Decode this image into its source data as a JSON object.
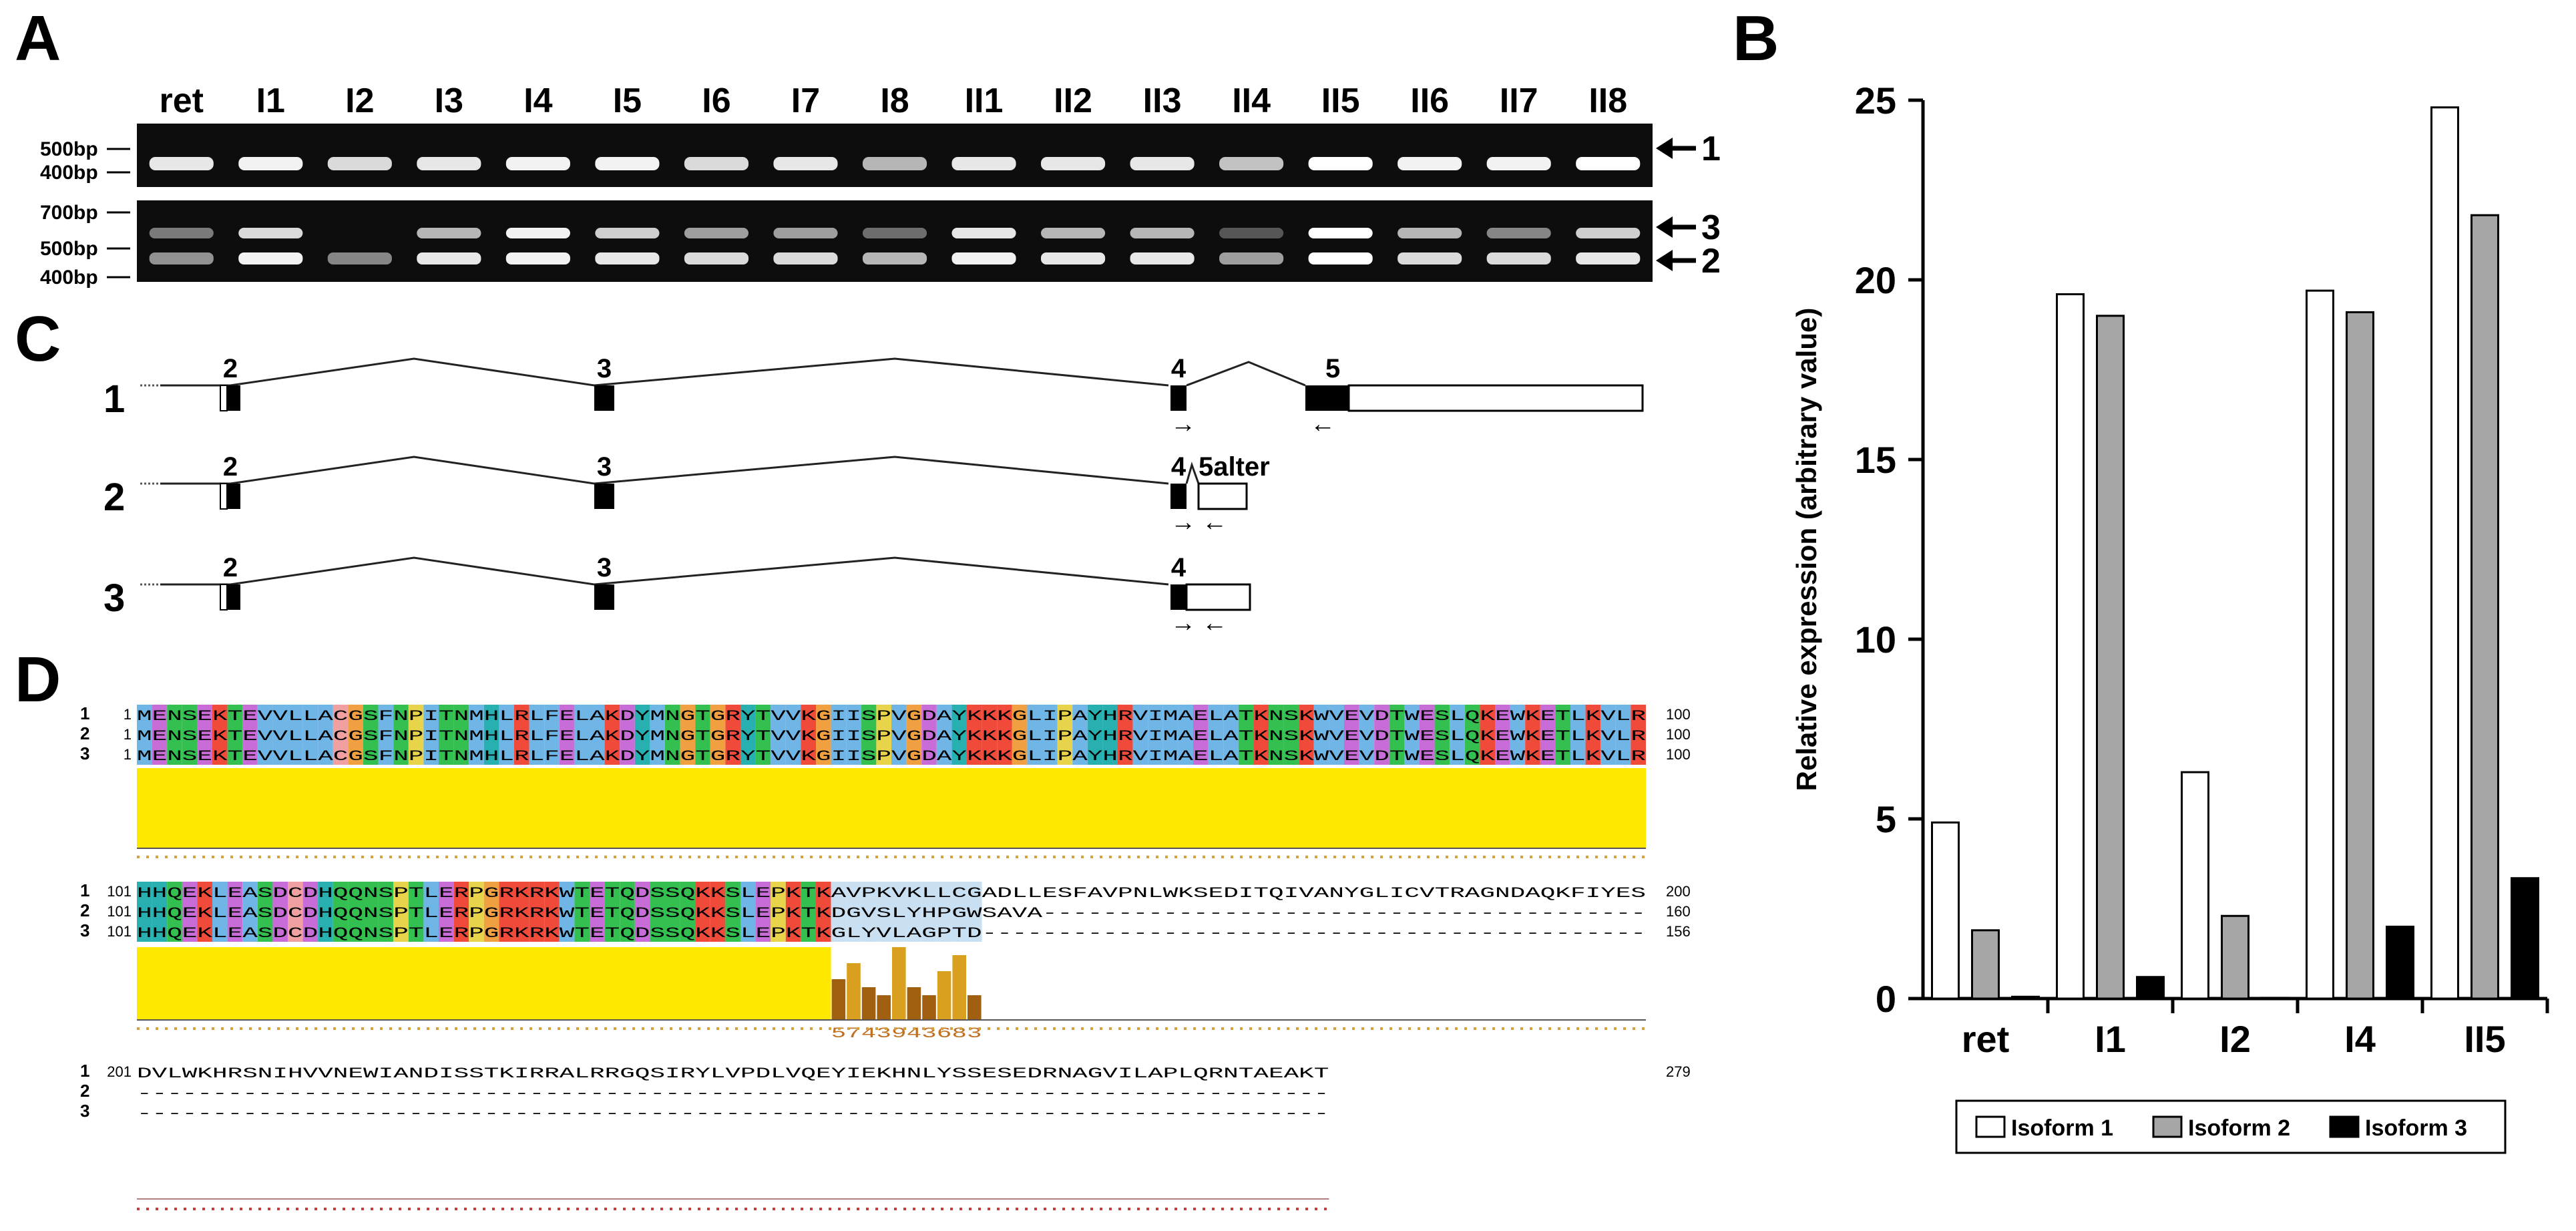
{
  "panels": {
    "a": "A",
    "b": "B",
    "c": "C",
    "d": "D"
  },
  "gel": {
    "lanes": [
      "ret",
      "I1",
      "I2",
      "I3",
      "I4",
      "I5",
      "I6",
      "I7",
      "I8",
      "II1",
      "II2",
      "II3",
      "II4",
      "II5",
      "II6",
      "II7",
      "II8"
    ],
    "top_markers": [
      "500bp",
      "400bp"
    ],
    "bottom_markers": [
      "700bp",
      "500bp",
      "400bp"
    ],
    "top_band_intensity": [
      0.9,
      0.95,
      0.85,
      0.9,
      0.95,
      0.95,
      0.85,
      0.9,
      0.7,
      0.9,
      0.9,
      0.9,
      0.75,
      1,
      0.95,
      0.95,
      1
    ],
    "bottom_low_intensity": [
      0.55,
      0.95,
      0.5,
      0.9,
      0.95,
      0.9,
      0.85,
      0.85,
      0.7,
      0.95,
      0.9,
      0.9,
      0.6,
      1,
      0.85,
      0.85,
      0.9
    ],
    "bottom_high_intensity": [
      0.45,
      0.85,
      0.0,
      0.7,
      0.95,
      0.8,
      0.6,
      0.6,
      0.4,
      0.9,
      0.7,
      0.7,
      0.3,
      1,
      0.7,
      0.5,
      0.8
    ],
    "arrow_labels": [
      "1",
      "3",
      "2"
    ]
  },
  "isoforms": {
    "rows": [
      {
        "id": "1",
        "exons": [
          "2",
          "3",
          "4",
          "5"
        ]
      },
      {
        "id": "2",
        "exons": [
          "2",
          "3",
          "4",
          "5alter"
        ]
      },
      {
        "id": "3",
        "exons": [
          "2",
          "3",
          "4"
        ]
      }
    ],
    "primer_left": "→",
    "primer_right": "←"
  },
  "alignment": {
    "block1": {
      "labels": [
        "1",
        "2",
        "3"
      ],
      "starts": [
        "1",
        "1",
        "1"
      ],
      "seqs": [
        "MENSEKTEVVLLACGSFNPITNMHLRLFELAKDYMNGTGRYTVVKGIISPVGDAYKKKGLIPAYHRVIMAELATKNSKWVEVDTWESLQKEWKETLKVLR",
        "MENSEKTEVVLLACGSFNPITNMHLRLFELAKDYMNGTGRYTVVKGIISPVGDAYKKKGLIPAYHRVIMAELATKNSKWVEVDTWESLQKEWKETLKVLR",
        "MENSEKTEVVLLACGSFNPITNMHLRLFELAKDYMNGTGRYTVVKGIISPVGDAYKKKGLIPAYHRVIMAELATKNSKWVEVDTWESLQKEWKETLKVLR"
      ],
      "ends": [
        "100",
        "100",
        "100"
      ]
    },
    "block2": {
      "labels": [
        "1",
        "2",
        "3"
      ],
      "starts": [
        "101",
        "101",
        "101"
      ],
      "seqs": [
        "HHQEKLEASDCDHQQNSPTLERPGRKRKWTETQDSSQKKSLEPKTKAVPKVKLLCGADLLESFAVPNLWKSEDITQIVANYGLICVTRAGNDAQKFIYES",
        "HHQEKLEASDCDHQQNSPTLERPGRKRKWTETQDSSQKKSLEPKTKDGVSLYHPGWSAVA----------------------------------------",
        "HHQEKLEASDCDHQQNSPTLERPGRKRKWTETQDSSQKKSLEPKTKGLYVLAGPTD--------------------------------------------"
      ],
      "ends": [
        "200",
        "160",
        "156"
      ],
      "conservation": "5743943683"
    },
    "block3": {
      "labels": [
        "1",
        "2",
        "3"
      ],
      "starts": [
        "201",
        "",
        ""
      ],
      "seqs": [
        "DVLWKHRSNIHVVNEWIANDISSTKIRRALRRGQSIRYLVPDLVQEYIEKHNLYSSESEDRNAGVILAPLQRNTAEAKT",
        "-------------------------------------------------------------------------------",
        "-------------------------------------------------------------------------------"
      ],
      "ends": [
        "279",
        "",
        ""
      ]
    }
  },
  "chart_data": {
    "type": "bar",
    "categories": [
      "ret",
      "I1",
      "I2",
      "I4",
      "II5"
    ],
    "series": [
      {
        "name": "Isoform 1",
        "values": [
          4.9,
          19.6,
          6.3,
          19.7,
          24.8
        ],
        "color": "#ffffff"
      },
      {
        "name": "Isoform 2",
        "values": [
          1.9,
          19.0,
          2.3,
          19.1,
          21.8
        ],
        "color": "#a6a6a6"
      },
      {
        "name": "Isoform 3",
        "values": [
          0.05,
          0.6,
          0.02,
          2.0,
          3.35
        ],
        "color": "#000000"
      }
    ],
    "ylabel": "Relative expression (arbitrary value)",
    "ylim": [
      0,
      25
    ],
    "yticks": [
      "0",
      "5",
      "10",
      "15",
      "20",
      "25"
    ],
    "legend_position": "bottom"
  }
}
